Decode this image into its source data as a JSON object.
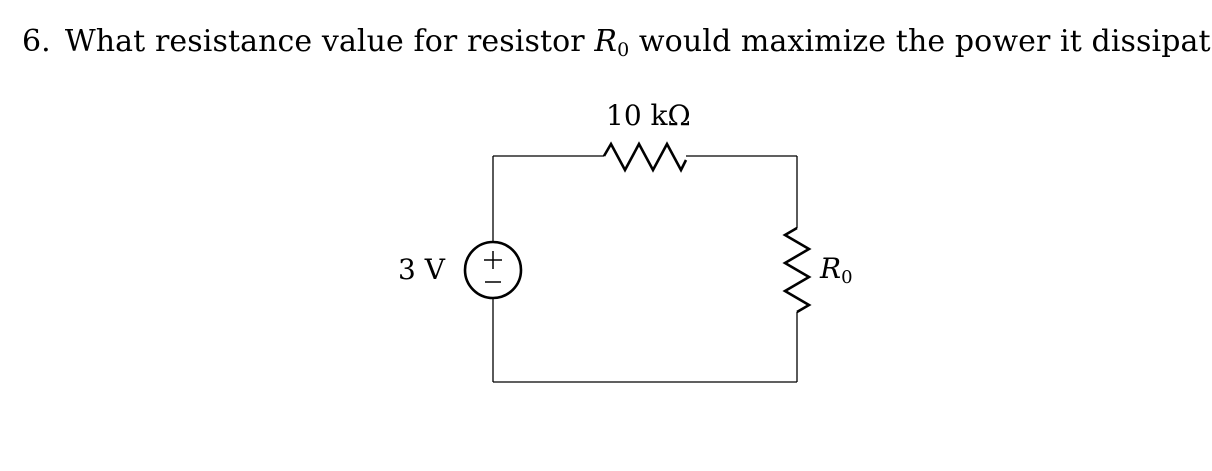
{
  "question": {
    "number": "6.",
    "text_before": "What resistance value for resistor ",
    "symbol_base": "R",
    "symbol_sub": "0",
    "text_after": " would maximize the power it dissipates?"
  },
  "circuit": {
    "resistor_top_label": "10 kΩ",
    "source_label": "3 V",
    "source_plus": "+",
    "source_minus": "−",
    "load_label_base": "R",
    "load_label_sub": "0"
  }
}
